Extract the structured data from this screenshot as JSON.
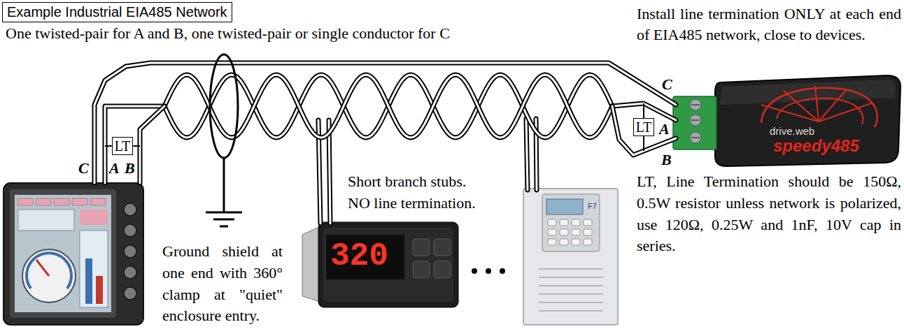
{
  "diagram": {
    "title": "Example Industrial EIA485 Network",
    "nodes": [
      {
        "text": [
          "LT"
        ]
      },
      {
        "text": [
          "LT"
        ]
      }
    ],
    "labels": [
      "One twisted-pair for A and B, one twisted-pair or single conductor for C",
      "Install line termination ONLY at each end of EIA485 network, close to devices.",
      "C",
      "A",
      "B",
      "drive.web",
      "speedy485",
      "LT, Line Termination should be 150Ω, 0.5W resistor unless network is polarized, use 120Ω, 0.25W and 1nF, 10V cap in series.",
      "C",
      "A",
      "B",
      "Short branch stubs. NO line termination.",
      "320",
      "Ground shield at one end with 360° clamp at \"quiet\" enclosure entry.",
      "F7"
    ]
  }
}
